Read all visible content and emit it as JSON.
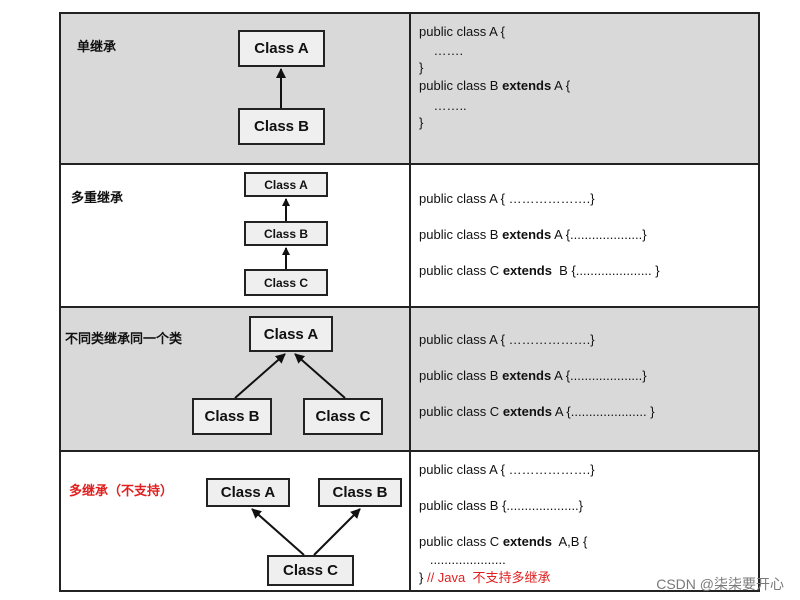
{
  "rows": [
    {
      "label": "单继承",
      "classes": [
        "Class A",
        "Class B"
      ],
      "code": [
        {
          "pre": "public class A {",
          "kw": "",
          "post": ""
        },
        {
          "pre": "    …….",
          "kw": "",
          "post": ""
        },
        {
          "pre": "}",
          "kw": "",
          "post": ""
        },
        {
          "pre": "public class B ",
          "kw": "extends",
          "post": " A {"
        },
        {
          "pre": "    ……..",
          "kw": "",
          "post": ""
        },
        {
          "pre": "}",
          "kw": "",
          "post": ""
        }
      ]
    },
    {
      "label": "多重继承",
      "classes": [
        "Class A",
        "Class B",
        "Class C"
      ],
      "code": [
        {
          "pre": "public class A { ……………….}",
          "kw": "",
          "post": ""
        },
        {
          "pre": "public class B ",
          "kw": "extends",
          "post": " A {....................}"
        },
        {
          "pre": "public class C ",
          "kw": "extends",
          "post": "  B {..................... }"
        }
      ]
    },
    {
      "label": "不同类继承同一个类",
      "classes": [
        "Class A",
        "Class B",
        "Class C"
      ],
      "code": [
        {
          "pre": "public class A { ……………….}",
          "kw": "",
          "post": ""
        },
        {
          "pre": "public class B ",
          "kw": "extends",
          "post": " A {....................}"
        },
        {
          "pre": "public class C ",
          "kw": "extends",
          "post": " A {..................... }"
        }
      ]
    },
    {
      "label": "多继承（不支持）",
      "classes": [
        "Class A",
        "Class B",
        "Class C"
      ],
      "code": [
        {
          "pre": "public class A { ……………….}",
          "kw": "",
          "post": ""
        },
        {
          "pre": "public class B {....................}",
          "kw": "",
          "post": ""
        },
        {
          "pre": "public class C ",
          "kw": "extends",
          "post": "  A,B {"
        },
        {
          "pre": "   .....................",
          "kw": "",
          "post": ""
        }
      ],
      "closing": "}",
      "comment": " // Java  不支持多继承"
    }
  ],
  "watermark": "CSDN @柒柒要开心",
  "colors": {
    "gray_row": "#d9d9d9",
    "box_fill": "#efefef",
    "border": "#222222",
    "red": "#e02020"
  }
}
